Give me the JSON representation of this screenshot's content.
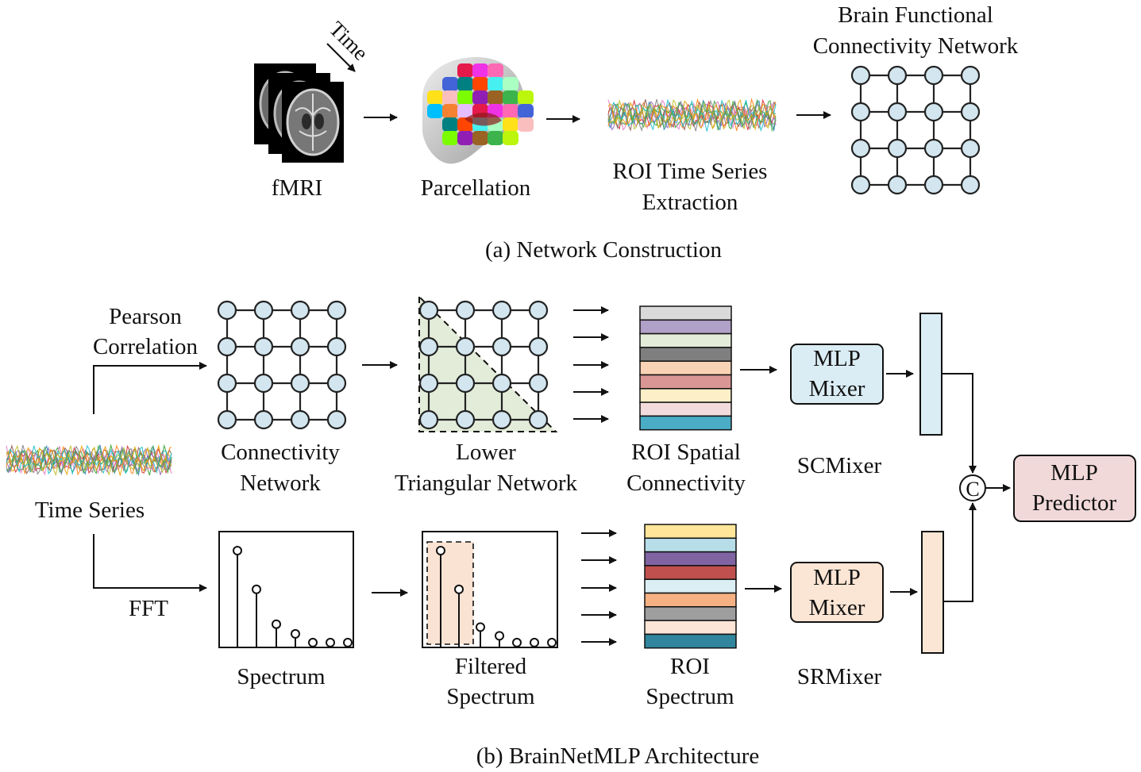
{
  "panel_a": {
    "caption": "(a) Network Construction",
    "time_label": "Time",
    "fmri_label": "fMRI",
    "parcellation_label": "Parcellation",
    "roi_ts_line1": "ROI Time Series",
    "roi_ts_line2": "Extraction",
    "bfcn_line1": "Brain Functional",
    "bfcn_line2": "Connectivity Network"
  },
  "panel_b": {
    "caption": "(b) BrainNetMLP Architecture",
    "time_series_label": "Time Series",
    "pearson_line1": "Pearson",
    "pearson_line2": "Correlation",
    "fft_label": "FFT",
    "conn_line1": "Connectivity",
    "conn_line2": "Network",
    "lower_line1": "Lower",
    "lower_line2": "Triangular Network",
    "roi_spatial_line1": "ROI Spatial",
    "roi_spatial_line2": "Connectivity",
    "spectrum_label": "Spectrum",
    "filtered_line1": "Filtered",
    "filtered_line2": "Spectrum",
    "roi_spec_line1": "ROI",
    "roi_spec_line2": "Spectrum",
    "mlp_mixer_line1": "MLP",
    "mlp_mixer_line2": "Mixer",
    "scmixer_label": "SCMixer",
    "srmixer_label": "SRMixer",
    "concat_symbol": "C",
    "predictor_line1": "MLP",
    "predictor_line2": "Predictor"
  },
  "colors": {
    "node_fill": "#d3e6ef",
    "triangle_fill": "#e3ecd9",
    "filter_fill": "#fae3d3",
    "sc_mixer_fill": "#dbedf4",
    "sr_mixer_fill": "#fbe5d4",
    "predictor_fill": "#f2d9d9",
    "spatial_stripes": [
      "#d9d9d9",
      "#b1a0c7",
      "#e3ecd9",
      "#7f7f7f",
      "#fad2b5",
      "#d99694",
      "#fdefc7",
      "#f2dcdb",
      "#4bacc6"
    ],
    "spectrum_stripes": [
      "#ffe699",
      "#b7dee8",
      "#8064a2",
      "#c0504d",
      "#dbeef4",
      "#f5b183",
      "#9e9e9e",
      "#fce4d6",
      "#31859c"
    ]
  },
  "spectrum_stems": [
    1.0,
    0.6,
    0.24,
    0.14,
    0.05,
    0.05,
    0.05
  ],
  "filtered_stems": [
    1.0,
    0.6,
    0.21,
    0.12,
    0.05,
    0.05,
    0.05
  ],
  "filter_keep_count": 2
}
